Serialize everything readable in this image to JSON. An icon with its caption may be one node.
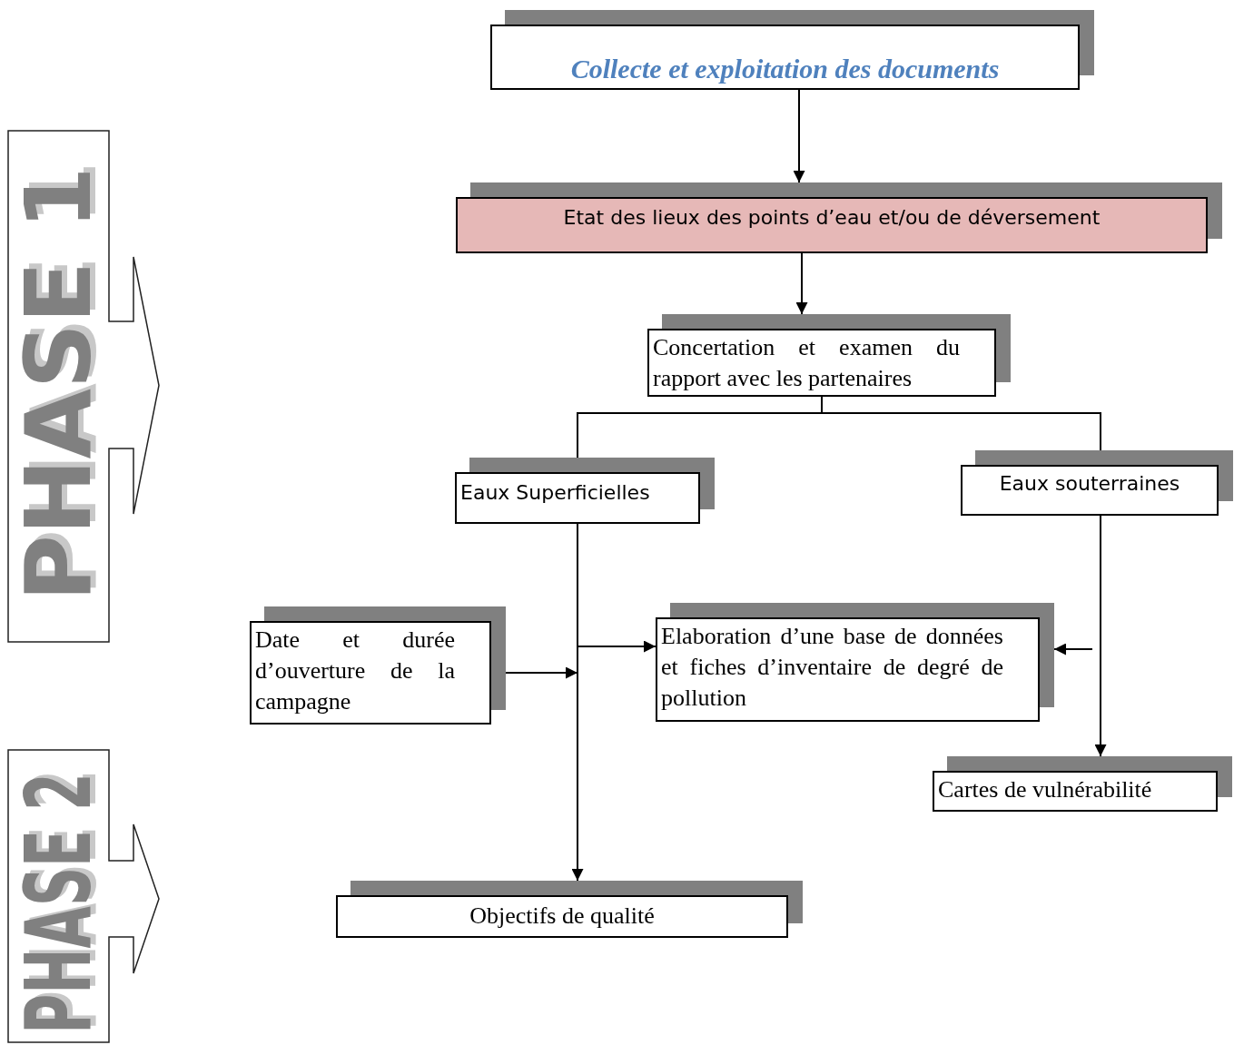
{
  "diagram": {
    "nodes": [
      {
        "text": [
          "Collecte et exploitation des documents"
        ]
      },
      {
        "text": [
          "Etat des lieux des points d’eau et/ou de déversement"
        ]
      },
      {
        "text": [
          "Concertation et examen du rapport avec les partenaires"
        ]
      },
      {
        "text": [
          "Eaux Superficielles"
        ]
      },
      {
        "text": [
          "Eaux souterraines"
        ]
      },
      {
        "text": [
          "Date et durée d’ouverture de la campagne"
        ]
      },
      {
        "text": [
          "Elaboration d’une base de données et fiches d’inventaire de degré de pollution"
        ]
      },
      {
        "text": [
          "Cartes de vulnérabilité"
        ]
      },
      {
        "text": [
          "Objectifs de qualité"
        ]
      },
      {
        "text": [
          "PHASE 1"
        ]
      },
      {
        "text": [
          "PHASE 2"
        ]
      }
    ],
    "edges": [
      {
        "from": 0,
        "to": 1,
        "arrow": "to"
      },
      {
        "from": 1,
        "to": 2,
        "arrow": "to"
      },
      {
        "from": 2,
        "to": 3,
        "arrow": "none"
      },
      {
        "from": 2,
        "to": 4,
        "arrow": "none"
      },
      {
        "from": 3,
        "to": 8,
        "arrow": "to"
      },
      {
        "from": 5,
        "to": null,
        "arrow": "to"
      },
      {
        "from": 3,
        "to": 6,
        "arrow": "to"
      },
      {
        "from": null,
        "to": 6,
        "arrow": "to"
      },
      {
        "from": 4,
        "to": 7,
        "arrow": "to"
      }
    ]
  }
}
